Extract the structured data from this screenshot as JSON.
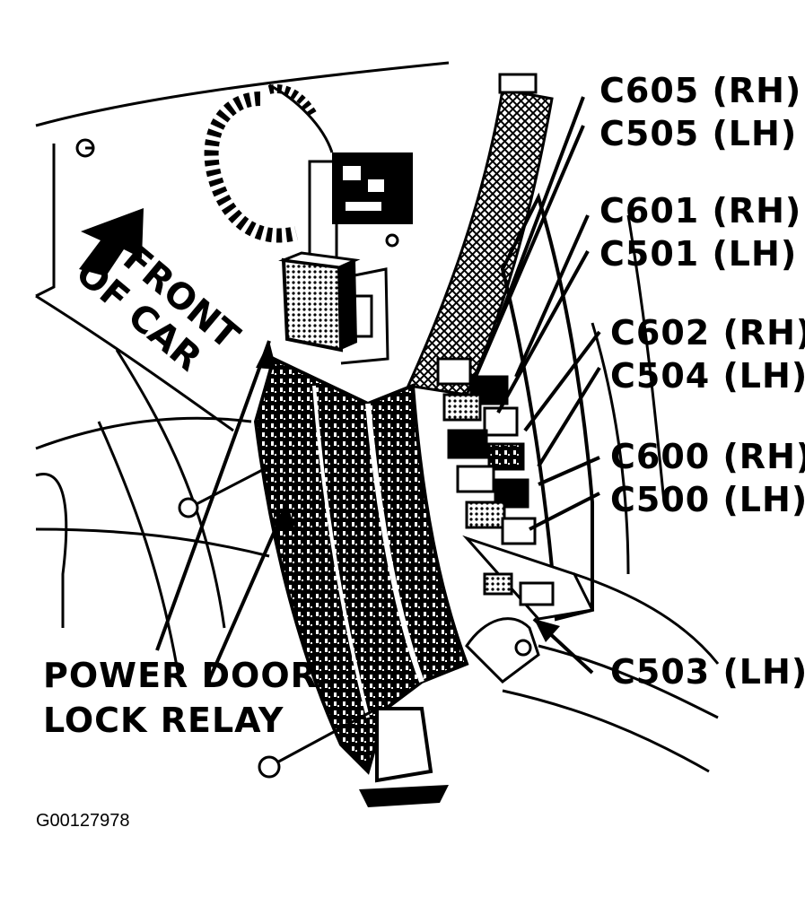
{
  "callouts": {
    "c605": "C605 (RH)",
    "c505": "C505 (LH)",
    "c601": "C601 (RH)",
    "c501": "C501 (LH)",
    "c602": "C602 (RH)",
    "c504": "C504 (LH)",
    "c600": "C600 (RH)",
    "c500": "C500 (LH)",
    "c503": "C503 (LH)"
  },
  "relay_label": {
    "line1": "POWER DOOR",
    "line2": "LOCK RELAY"
  },
  "front_label": {
    "line1": "FRONT",
    "line2": "OF CAR"
  },
  "figure_id": "G00127978",
  "colors": {
    "ink": "#000000",
    "paper": "#ffffff",
    "shade": "#8c8c8c"
  }
}
